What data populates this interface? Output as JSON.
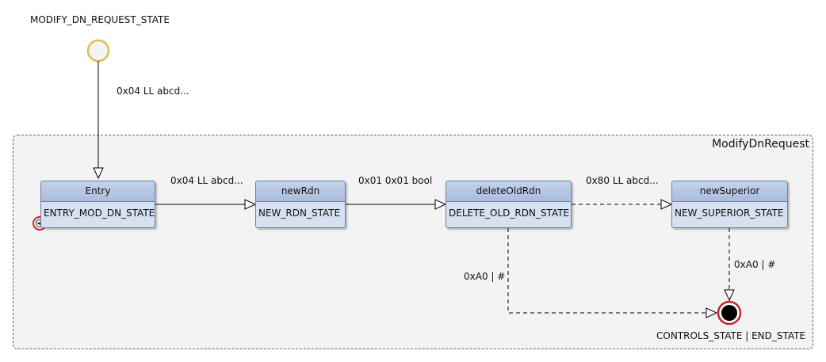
{
  "diagram": {
    "initial_label": "MODIFY_DN_REQUEST_STATE",
    "initial_transition_label": "0x04 LL abcd...",
    "composite_title": "ModifyDnRequest",
    "states": [
      {
        "title": "Entry",
        "body": "ENTRY_MOD_DN_STATE"
      },
      {
        "title": "newRdn",
        "body": "NEW_RDN_STATE"
      },
      {
        "title": "deleteOldRdn",
        "body": "DELETE_OLD_RDN_STATE"
      },
      {
        "title": "newSuperior",
        "body": "NEW_SUPERIOR_STATE"
      }
    ],
    "transitions": [
      {
        "label": "0x04 LL abcd..."
      },
      {
        "label": "0x01 0x01 bool"
      },
      {
        "label": "0x80 LL abcd..."
      },
      {
        "label": "0xA0 | #"
      },
      {
        "label": "0xA0 | #"
      }
    ],
    "final_label": "CONTROLS_STATE | END_STATE",
    "colors": {
      "initial_fill": "#f5f5f5",
      "initial_stroke": "#d8c24a",
      "final_fill": "#000000",
      "final_ring": "#c0262b",
      "state_fill": "#d5e0f0"
    }
  }
}
